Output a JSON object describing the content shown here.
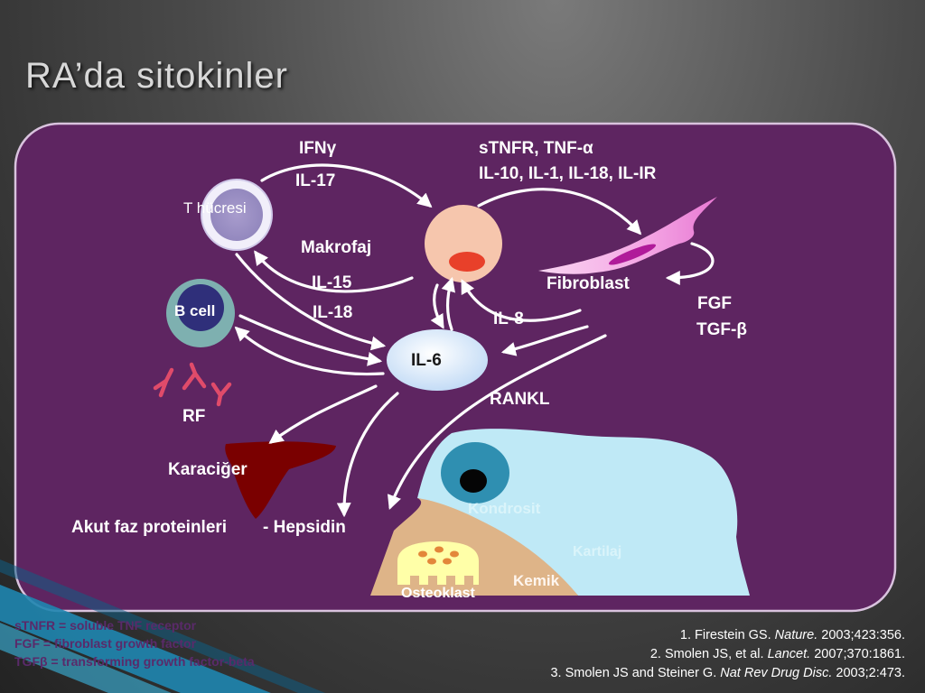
{
  "slide": {
    "title": "RA’da sitokinler"
  },
  "diagram": {
    "t_cell_label": "T hücresi",
    "b_cell_label": "B cell",
    "macrophage_label": "Makrofaj",
    "fibroblast_label": "Fibroblast",
    "il6_label": "IL-6",
    "rf_label": "RF",
    "liver_label": "Karaciğer",
    "acute_phase_label": "Akut faz proteinleri",
    "hepcidin_label": "- Hepsidin",
    "chondrocyte_label": "Kondrosit",
    "cartilage_label": "Kartilaj",
    "bone_label": "Kemik",
    "osteoclast_label": "Osteoklast",
    "ifn_label": "IFNγ",
    "il17_label": "IL-17",
    "il15_label": "IL-15",
    "il18_label": "IL-18",
    "tnf_line1": "sTNFR, TNF-α",
    "tnf_line2": "IL-10, IL-1, IL-18, IL-IR",
    "il8_label": "IL-8",
    "rankl_label": "RANKL",
    "fgf_label": "FGF",
    "tgf_label": "TGF-β"
  },
  "legend": {
    "line1": "sTNFR = soluble TNF receptor",
    "line2": "FGF = fibroblast growth factor",
    "line3": "TGFβ = transforming growth factor-beta"
  },
  "references": {
    "r1_prefix": "1. Firestein GS. ",
    "r1_journal": "Nature.",
    "r1_suffix": " 2003;423:356.",
    "r2_prefix": "2. Smolen JS, et al. ",
    "r2_journal": "Lancet.",
    "r2_suffix": " 2007;370:1861.",
    "r3_prefix": "3. Smolen JS and Steiner G. ",
    "r3_journal": "Nat Rev Drug Disc.",
    "r3_suffix": " 2003;2:473."
  },
  "colors": {
    "panel": "#5e2561",
    "panel_border": "#d9c3de",
    "chondrocyte": "#bfe9f6",
    "bone": "#deb488",
    "liver": "#7a0000",
    "macrophage": "#f6c6ad",
    "il6": "#dbe9fa"
  }
}
